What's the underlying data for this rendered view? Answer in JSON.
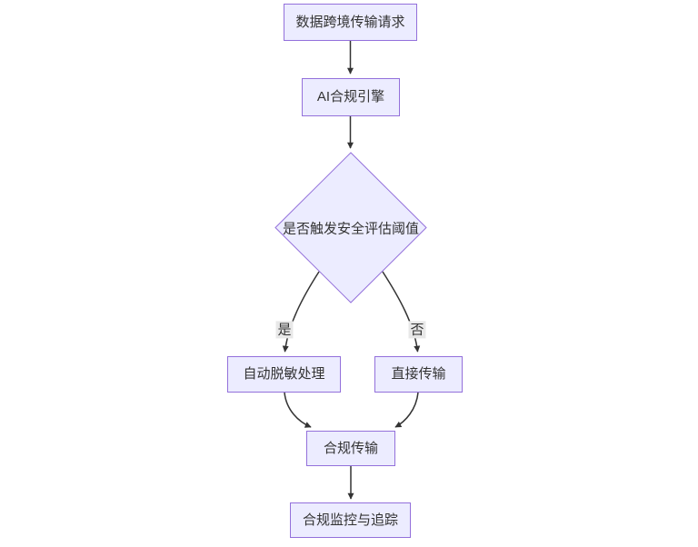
{
  "diagram": {
    "type": "flowchart",
    "direction": "top-down",
    "nodes": [
      {
        "id": "request",
        "label": "数据跨境传输请求",
        "shape": "rect"
      },
      {
        "id": "engine",
        "label": "AI合规引擎",
        "shape": "rect"
      },
      {
        "id": "decision",
        "label": "是否触发安全评估阈值",
        "shape": "diamond"
      },
      {
        "id": "desensitize",
        "label": "自动脱敏处理",
        "shape": "rect"
      },
      {
        "id": "direct",
        "label": "直接传输",
        "shape": "rect"
      },
      {
        "id": "transfer",
        "label": "合规传输",
        "shape": "rect"
      },
      {
        "id": "monitor",
        "label": "合规监控与追踪",
        "shape": "rect"
      }
    ],
    "edges": [
      {
        "from": "request",
        "to": "engine",
        "label": ""
      },
      {
        "from": "engine",
        "to": "decision",
        "label": ""
      },
      {
        "from": "decision",
        "to": "desensitize",
        "label": "是"
      },
      {
        "from": "decision",
        "to": "direct",
        "label": "否"
      },
      {
        "from": "desensitize",
        "to": "transfer",
        "label": ""
      },
      {
        "from": "direct",
        "to": "transfer",
        "label": ""
      },
      {
        "from": "transfer",
        "to": "monitor",
        "label": ""
      }
    ],
    "colors": {
      "node_fill": "#ECECFF",
      "node_border": "#9370DB",
      "text": "#333333",
      "edge": "#333333",
      "edge_label_bg": "#e8e8e8",
      "background": "#ffffff"
    }
  }
}
